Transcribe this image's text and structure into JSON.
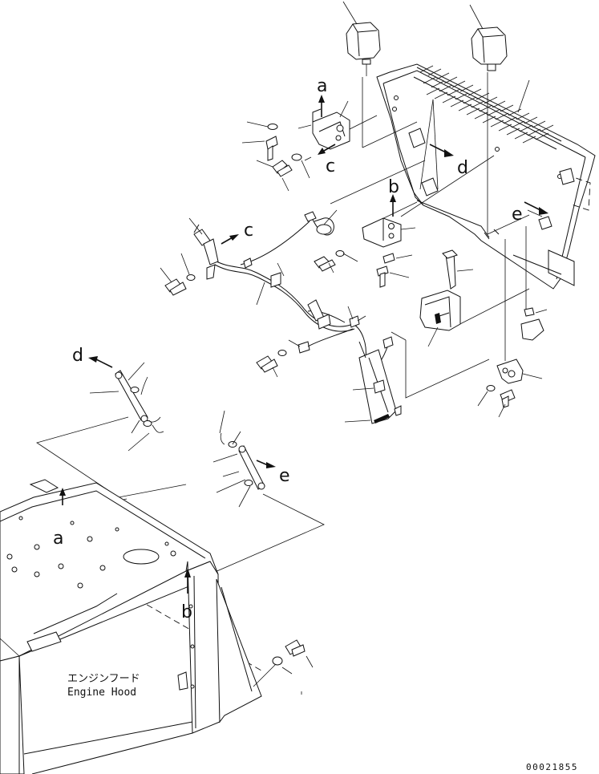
{
  "callout_letters": {
    "a_top": "a",
    "b_mid": "b",
    "c_bracket": "c",
    "c_harness": "c",
    "d_cover": "d",
    "d_strap": "d",
    "e_cover": "e",
    "e_strap": "e",
    "a_hood": "a",
    "b_hood": "b"
  },
  "hood_label": {
    "japanese": "エンジンフード",
    "english": "Engine Hood"
  },
  "drawing_number": "00021855"
}
